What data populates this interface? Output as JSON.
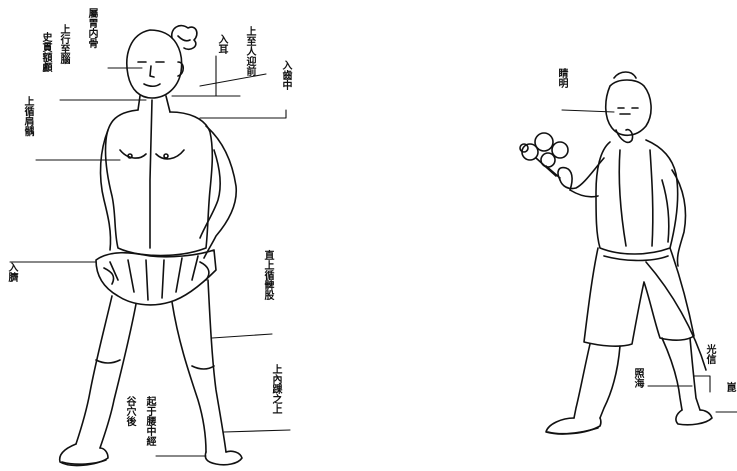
{
  "figure_left": {
    "labels": [
      {
        "key": "head_top",
        "text": "屬胃内骨"
      },
      {
        "key": "upper_left_1",
        "text": "上行至腦"
      },
      {
        "key": "upper_left_2",
        "text": "史貫額顱"
      },
      {
        "key": "ear",
        "text": "入耳"
      },
      {
        "key": "mouth",
        "text": "上至人迎前"
      },
      {
        "key": "gum",
        "text": "入齒中"
      },
      {
        "key": "shoulder",
        "text": "上循肩髃"
      },
      {
        "key": "belly",
        "text": "入臍"
      },
      {
        "key": "thigh",
        "text": "直上循髀股"
      },
      {
        "key": "knee",
        "text": "上內踝之上"
      },
      {
        "key": "foot_1",
        "text": "起于腰中經"
      },
      {
        "key": "foot_2",
        "text": "谷穴後"
      }
    ]
  },
  "figure_right": {
    "labels": [
      {
        "key": "face",
        "text": "睛明"
      },
      {
        "key": "ankle",
        "text": "光信"
      },
      {
        "key": "heel",
        "text": "照海"
      },
      {
        "key": "edge",
        "text": "崑"
      }
    ]
  }
}
